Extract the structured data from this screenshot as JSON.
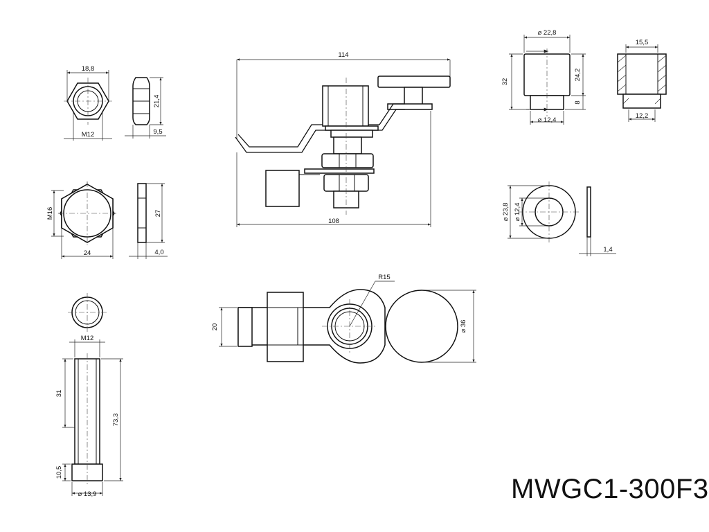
{
  "model": "MWGC1-300F3",
  "dimensions": {
    "nut_width": "18,8",
    "nut_thread": "M12",
    "nut_height": "21,4",
    "nut_thickness": "9,5",
    "big_nut_thread": "M16",
    "big_nut_width": "24",
    "big_nut_height": "27",
    "big_nut_thickness": "4,0",
    "overall_length_top": "114",
    "overall_length_bottom": "108",
    "bushing_outer_dia": "22,8",
    "bushing_height": "32",
    "bushing_upper": "24,2",
    "bushing_lower": "8",
    "bushing_inner_dia": "12,4",
    "sleeve_outer": "15,5",
    "sleeve_inner": "12,2",
    "washer_outer": "23,8",
    "washer_inner": "12,4",
    "washer_thickness": "1,4",
    "bolt_thread": "M12",
    "bolt_length_short": "31",
    "bolt_length_total": "73,3",
    "bolt_head_height": "10,5",
    "bolt_head_dia": "13,9",
    "handle_width": "20",
    "handle_radius": "R15",
    "knob_dia": "36"
  }
}
